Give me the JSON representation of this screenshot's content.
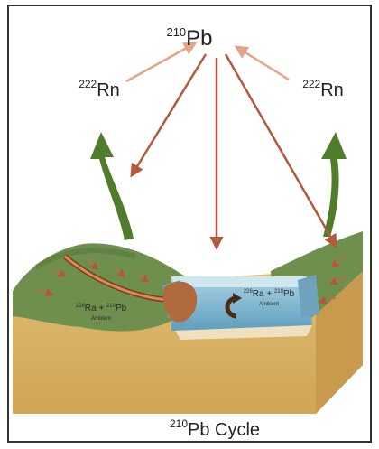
{
  "diagram": {
    "top_label": {
      "sup": "210",
      "base": "Pb"
    },
    "left_label": {
      "sup": "222",
      "base": "Rn"
    },
    "right_label": {
      "sup": "222",
      "base": "Rn"
    },
    "soil_label": {
      "sup1": "226",
      "base1": "Ra + ",
      "sup2": "210",
      "base2": "Pb",
      "sub": "Ambient"
    },
    "water_label": {
      "sup1": "226",
      "base1": "Ra + ",
      "sup2": "210",
      "base2": "Pb",
      "sub": "Ambient"
    },
    "caption": {
      "sup": "210",
      "base": "Pb Cycle"
    }
  },
  "colors": {
    "flux_arrow": "#b3583a",
    "emanation_arrow": "#4f7d2b",
    "radon_return_arrow": "#e3a487",
    "sediment": "#d9b266",
    "water": "#7fb6cf",
    "vegetation": "#6f8f4f"
  }
}
